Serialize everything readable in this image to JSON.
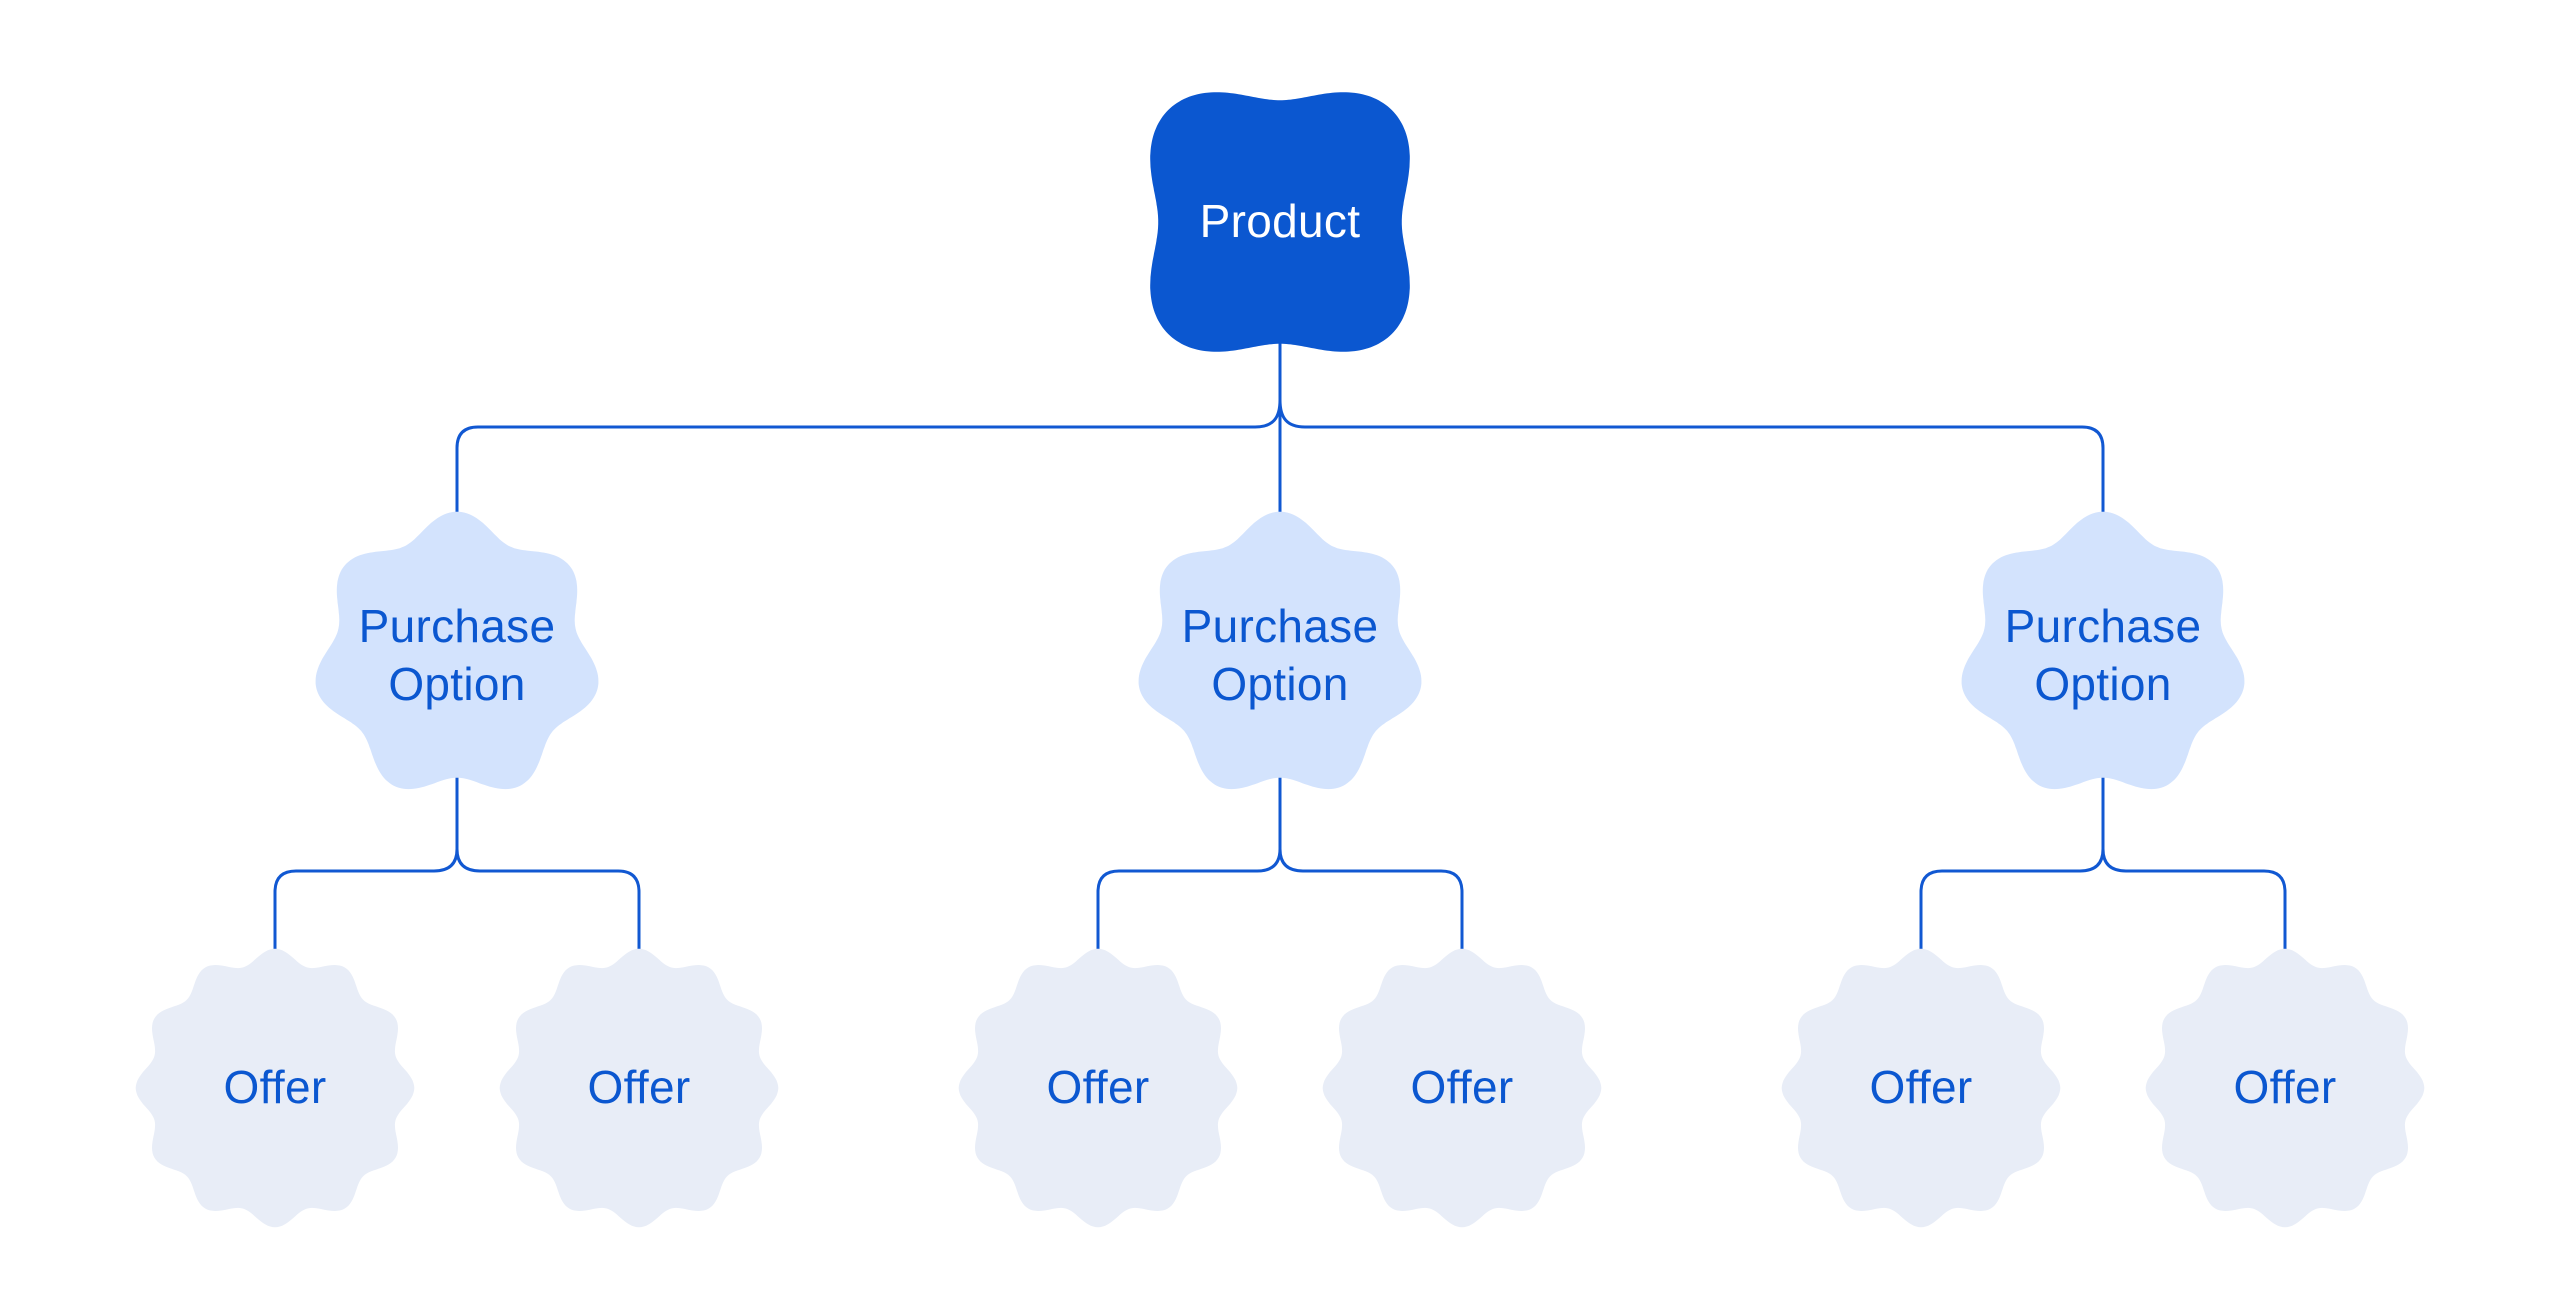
{
  "diagram": {
    "background": "#FFFFFF",
    "root": {
      "label": "Product"
    },
    "purchase_options": [
      {
        "label": "Purchase Option",
        "offers": [
          {
            "label": "Offer"
          },
          {
            "label": "Offer"
          }
        ]
      },
      {
        "label": "Purchase Option",
        "offers": [
          {
            "label": "Offer"
          },
          {
            "label": "Offer"
          }
        ]
      },
      {
        "label": "Purchase Option",
        "offers": [
          {
            "label": "Offer"
          },
          {
            "label": "Offer"
          }
        ]
      }
    ],
    "colors": {
      "root_fill": "#0B57D0",
      "root_text": "#FFFFFF",
      "option_fill": "#D3E3FD",
      "offer_fill": "#E8EDF7",
      "label_text": "#0B57D0",
      "connector": "#1158D2"
    }
  }
}
